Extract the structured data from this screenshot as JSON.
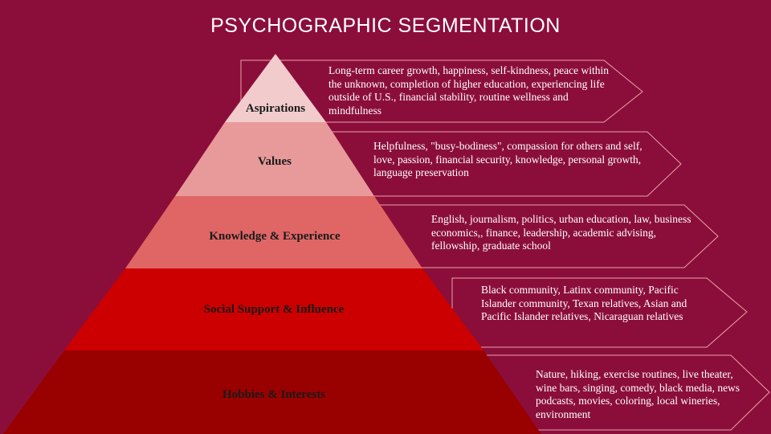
{
  "title": "PSYCHOGRAPHIC SEGMENTATION",
  "tiers": [
    {
      "label": "Aspirations",
      "color": "#f2cccc",
      "description": "Long-term career growth, happiness, self-kindness, peace within the unknown, completion of higher education, experiencing life outside of U.S., financial stability, routine wellness and mindfulness"
    },
    {
      "label": "Values",
      "color": "#e89a9a",
      "description": "Helpfulness, \"busy-bodiness\", compassion for others and self, love, passion, financial security, knowledge, personal growth, language preservation"
    },
    {
      "label": "Knowledge & Experience",
      "color": "#e06666",
      "description": "English, journalism, politics, urban education, law, business economics,, finance, leadership, academic advising, fellowship, graduate school"
    },
    {
      "label": "Social Support & Influence",
      "color": "#cc0000",
      "description": "Black community, Latinx community, Pacific Islander community, Texan relatives, Asian and Pacific Islander relatives, Nicaraguan relatives"
    },
    {
      "label": "Hobbies & Interests",
      "color": "#990000",
      "description": "Nature, hiking, exercise routines,  live theater, wine bars, singing, comedy, black media, news podcasts, movies, coloring, local wineries, environment"
    }
  ]
}
